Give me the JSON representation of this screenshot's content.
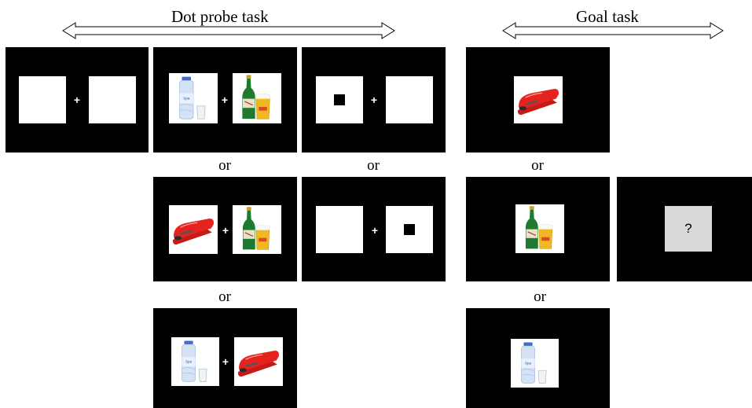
{
  "headers": {
    "dot_probe": "Dot probe task",
    "goal": "Goal task"
  },
  "fixation": "+",
  "separator": "or",
  "question_mark": "?",
  "icons": {
    "water": "water-bottle-image",
    "beer": "beer-bottle-glass-image",
    "stapler": "red-stapler-image"
  },
  "colors": {
    "screen": "#000000",
    "box": "#ffffff",
    "question_box": "#d9d9d9",
    "stapler": "#e0201c",
    "beer_bottle": "#1e7a2e",
    "beer": "#f2b822",
    "water": "#c9d9f2"
  }
}
